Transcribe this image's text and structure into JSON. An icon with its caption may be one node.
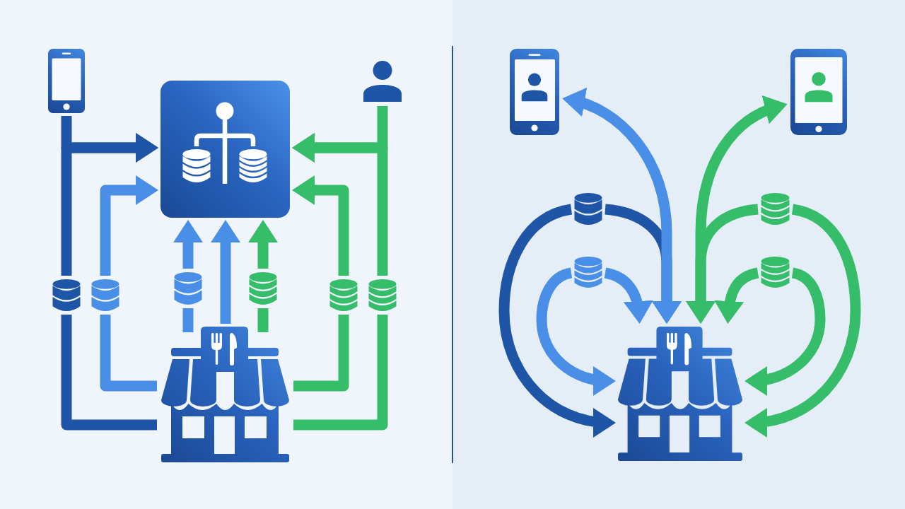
{
  "diagram": {
    "nodes": [
      {
        "text": [],
        "shape": "phone"
      },
      {
        "text": [],
        "shape": "box"
      },
      {
        "text": [],
        "shape": "person"
      },
      {
        "text": [],
        "shape": "cylinder"
      },
      {
        "text": [],
        "shape": "cylinder"
      },
      {
        "text": [],
        "shape": "cylinder"
      },
      {
        "text": [],
        "shape": "cylinder"
      },
      {
        "text": [],
        "shape": "cylinder"
      },
      {
        "text": [],
        "shape": "cylinder"
      },
      {
        "text": [],
        "shape": "store"
      },
      {
        "text": [],
        "shape": "phone"
      },
      {
        "text": [],
        "shape": "phone"
      },
      {
        "text": [],
        "shape": "cylinder"
      },
      {
        "text": [],
        "shape": "cylinder"
      },
      {
        "text": [],
        "shape": "cylinder"
      },
      {
        "text": [],
        "shape": "cylinder"
      },
      {
        "text": [],
        "shape": "store"
      }
    ],
    "edges": [
      {
        "from": 0,
        "to": 1,
        "arrow": "to",
        "color": "#1f55a6"
      },
      {
        "from": 3,
        "to": 1,
        "arrow": "to",
        "color": "#1f55a6"
      },
      {
        "from": 9,
        "to": 3,
        "arrow": "none",
        "color": "#1f55a6"
      },
      {
        "from": 4,
        "to": 1,
        "arrow": "to",
        "color": "#4a8fe7"
      },
      {
        "from": 9,
        "to": 4,
        "arrow": "none",
        "color": "#4a8fe7"
      },
      {
        "from": 5,
        "to": 1,
        "arrow": "to",
        "color": "#4a8fe7"
      },
      {
        "from": 9,
        "to": 5,
        "arrow": "none",
        "color": "#4a8fe7"
      },
      {
        "from": 9,
        "to": 1,
        "arrow": "to",
        "color": "#4a8fe7"
      },
      {
        "from": 6,
        "to": 1,
        "arrow": "to"
      },
      {
        "from": 9,
        "to": 6,
        "arrow": "none"
      },
      {
        "from": 7,
        "to": 1,
        "arrow": "to"
      },
      {
        "from": 9,
        "to": 7,
        "arrow": "none"
      },
      {
        "from": 2,
        "to": 1,
        "arrow": "to"
      },
      {
        "from": 8,
        "to": 1,
        "arrow": "to"
      },
      {
        "from": 9,
        "to": 8,
        "arrow": "none"
      },
      {
        "from": 12,
        "to": 16,
        "arrow": "to",
        "color": "#1f55a6"
      },
      {
        "from": 12,
        "to": 16,
        "arrow": "to",
        "color": "#1f55a6"
      },
      {
        "from": 16,
        "to": 10,
        "arrow": "both",
        "color": "#4a8fe7"
      },
      {
        "from": 14,
        "to": 16,
        "arrow": "to",
        "color": "#4a8fe7"
      },
      {
        "from": 14,
        "to": 16,
        "arrow": "to",
        "color": "#4a8fe7"
      },
      {
        "from": 13,
        "to": 16,
        "arrow": "to"
      },
      {
        "from": 16,
        "to": 11,
        "arrow": "both"
      },
      {
        "from": 13,
        "to": 16,
        "arrow": "to"
      },
      {
        "from": 15,
        "to": 16,
        "arrow": "to"
      },
      {
        "from": 15,
        "to": 16,
        "arrow": "to"
      }
    ]
  }
}
